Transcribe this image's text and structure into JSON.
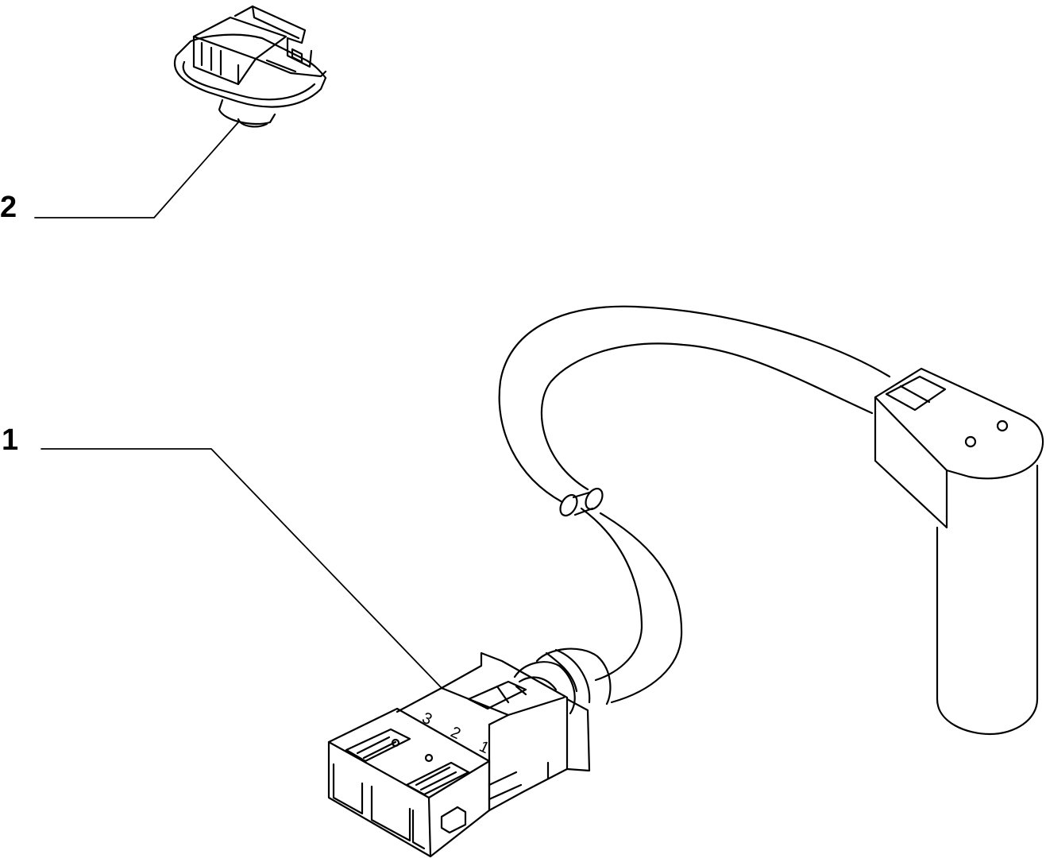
{
  "callouts": {
    "part_1": "1",
    "part_2": "2"
  },
  "connector_pins": [
    "3",
    "2",
    "1"
  ],
  "colors": {
    "ink": "#000000",
    "paper": "#ffffff"
  }
}
